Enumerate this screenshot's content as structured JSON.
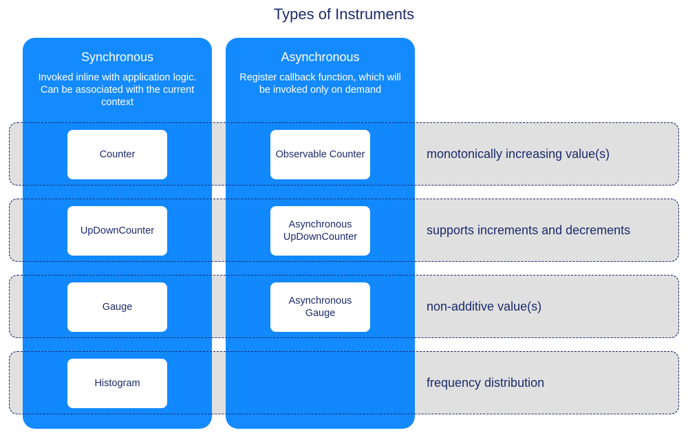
{
  "title": "Types of Instruments",
  "columns": [
    {
      "title": "Synchronous",
      "description": "Invoked inline with application logic. Can be associated with the current context",
      "cards": [
        "Counter",
        "UpDownCounter",
        "Gauge",
        "Histogram"
      ]
    },
    {
      "title": "Asynchronous",
      "description": "Register callback function, which will be invoked only on demand",
      "cards": [
        "Observable Counter",
        "Asynchronous UpDownCounter",
        "Asynchronous Gauge"
      ]
    }
  ],
  "rows": [
    {
      "label": "monotonically increasing value(s)"
    },
    {
      "label": "supports increments and decrements"
    },
    {
      "label": "non-additive value(s)"
    },
    {
      "label": "frequency distribution"
    }
  ],
  "colors": {
    "column": "#0080ff",
    "band": "#e0e0e0",
    "text": "#1b2a6b"
  }
}
